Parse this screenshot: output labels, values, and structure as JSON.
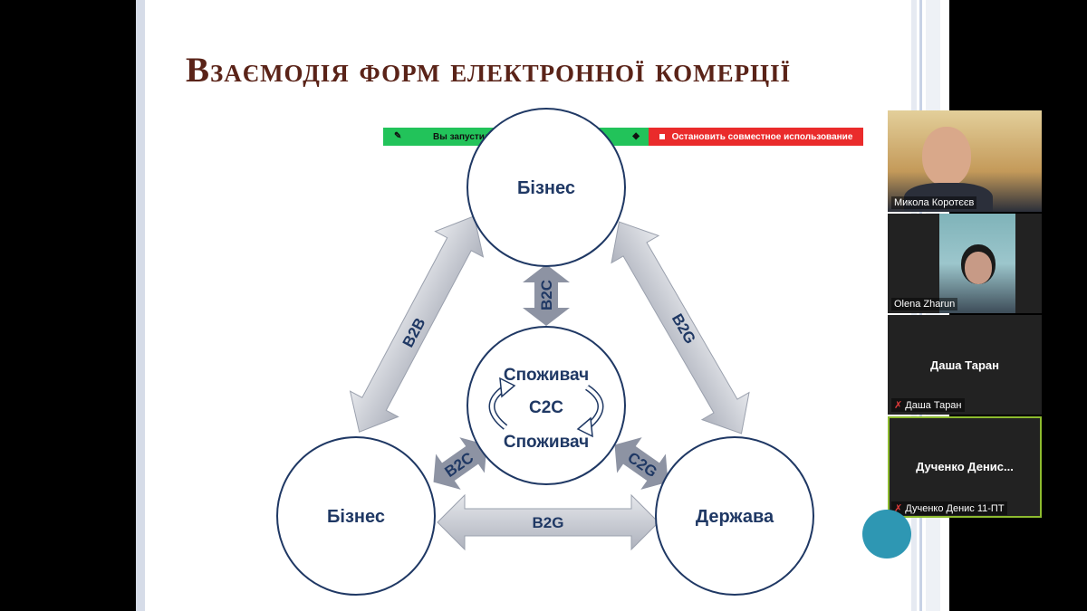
{
  "slide": {
    "title": "Взаємодія форм електронної комерції"
  },
  "share_bar": {
    "status_text": "Вы запустили демонстрацию экрана",
    "stop_label": "Остановить совместное использование",
    "colors": {
      "green": "#22c35a",
      "red": "#ea2b2b"
    }
  },
  "diagram": {
    "nodes": {
      "top": "Бізнес",
      "center_top": "Споживач",
      "center_mid": "C2C",
      "center_bottom": "Споживач",
      "left": "Бізнес",
      "right": "Держава"
    },
    "arrows": {
      "left_diagonal": "B2B",
      "right_diagonal": "B2G",
      "top_vertical": "B2C",
      "bottom_left": "B2C",
      "bottom_right": "C2G",
      "bottom_horizontal": "B2G"
    },
    "colors": {
      "text": "#1f3864",
      "circle_stroke": "#1f3864",
      "arrow_fill": "#c9ccd3"
    }
  },
  "participants": [
    {
      "name": "Микола Коротєєв",
      "video": true
    },
    {
      "name": "Olena Zharun",
      "video": true
    },
    {
      "name": "Даша Таран",
      "center_label": "Даша Таран",
      "muted": true
    },
    {
      "name": "Дученко Денис 11-ПТ",
      "center_label": "Дученко  Денис...",
      "muted": true
    }
  ]
}
